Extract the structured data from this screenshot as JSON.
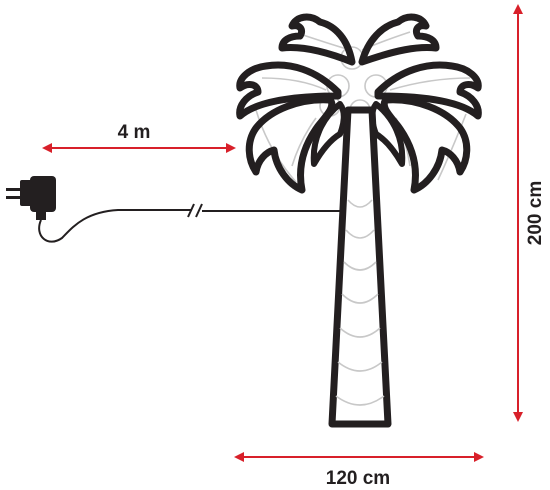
{
  "dimensions": {
    "cable_length": "4 m",
    "height": "200 cm",
    "width": "120 cm"
  },
  "colors": {
    "arrow": "#d8202a",
    "outline": "#231f20",
    "bulbs": "#c8c8c8",
    "background": "#ffffff"
  },
  "icons": {
    "adapter": "power-adapter-icon",
    "tree": "palm-tree-icon"
  }
}
